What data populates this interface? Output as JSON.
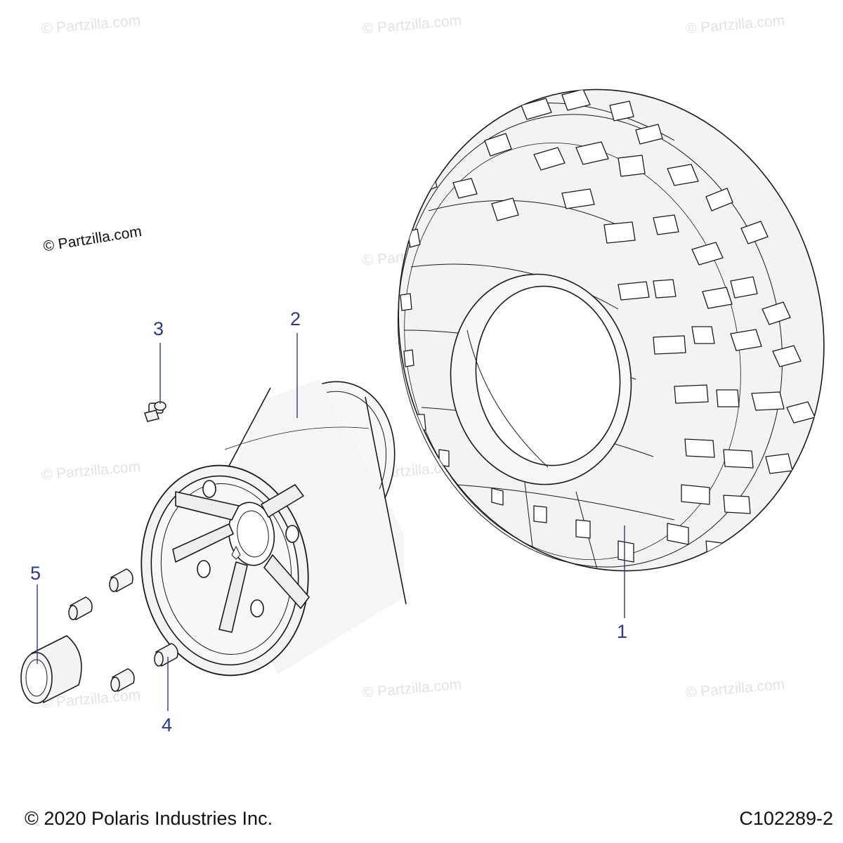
{
  "watermark_text": "© Partzilla.com",
  "footer": {
    "copyright": "© 2020 Polaris Industries Inc.",
    "figure_code": "C102289-2"
  },
  "callouts": [
    "1",
    "2",
    "3",
    "4",
    "5"
  ],
  "parts": [
    {
      "ref": "1",
      "name": "tire"
    },
    {
      "ref": "2",
      "name": "wheel"
    },
    {
      "ref": "3",
      "name": "valve-stem"
    },
    {
      "ref": "4",
      "name": "lug-nut"
    },
    {
      "ref": "5",
      "name": "wheel-cap"
    }
  ],
  "colors": {
    "line": "#1a1a1a",
    "callout": "#2d3b82",
    "watermark": "#e3e3e3",
    "part_fill": "#f2f2f2"
  }
}
